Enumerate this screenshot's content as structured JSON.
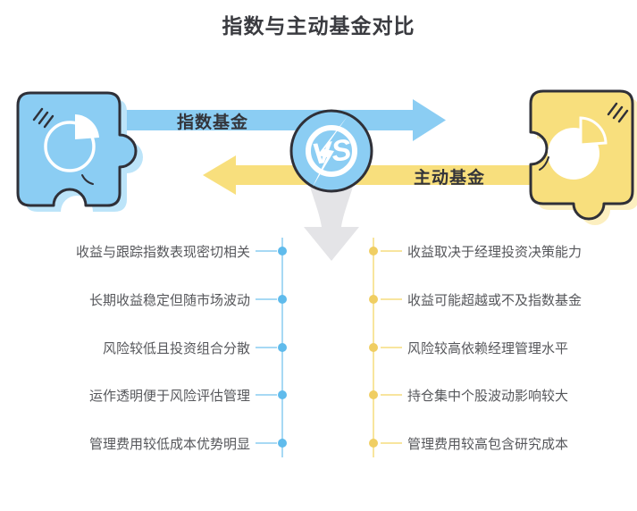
{
  "title": "指数与主动基金对比",
  "versus_label": "VS",
  "left_fund": {
    "label": "指数基金",
    "items": [
      "收益与跟踪指数表现密切相关",
      "长期收益稳定但随市场波动",
      "风险较低且投资组合分散",
      "运作透明便于风险评估管理",
      "管理费用较低成本优势明显"
    ]
  },
  "right_fund": {
    "label": "主动基金",
    "items": [
      "收益取决于经理投资决策能力",
      "收益可能超越或不及指数基金",
      "风险较高依赖经理管理水平",
      "持仓集中个股波动影响较大",
      "管理费用较高包含研究成本"
    ]
  },
  "colors": {
    "blue": "#8BCDF3",
    "blue_shadow": "#BCE4F9",
    "blue_line": "#A7D9F4",
    "blue_dot": "#5FBBEC",
    "yellow": "#F8DF7D",
    "yellow_shadow": "#FCEFC0",
    "yellow_line": "#F8E59E",
    "yellow_dot": "#F0CE62",
    "outline": "#2F3038",
    "title_text": "#3A3B40",
    "body_text": "#56575B",
    "gray_arrow": "#E4E4E7"
  }
}
